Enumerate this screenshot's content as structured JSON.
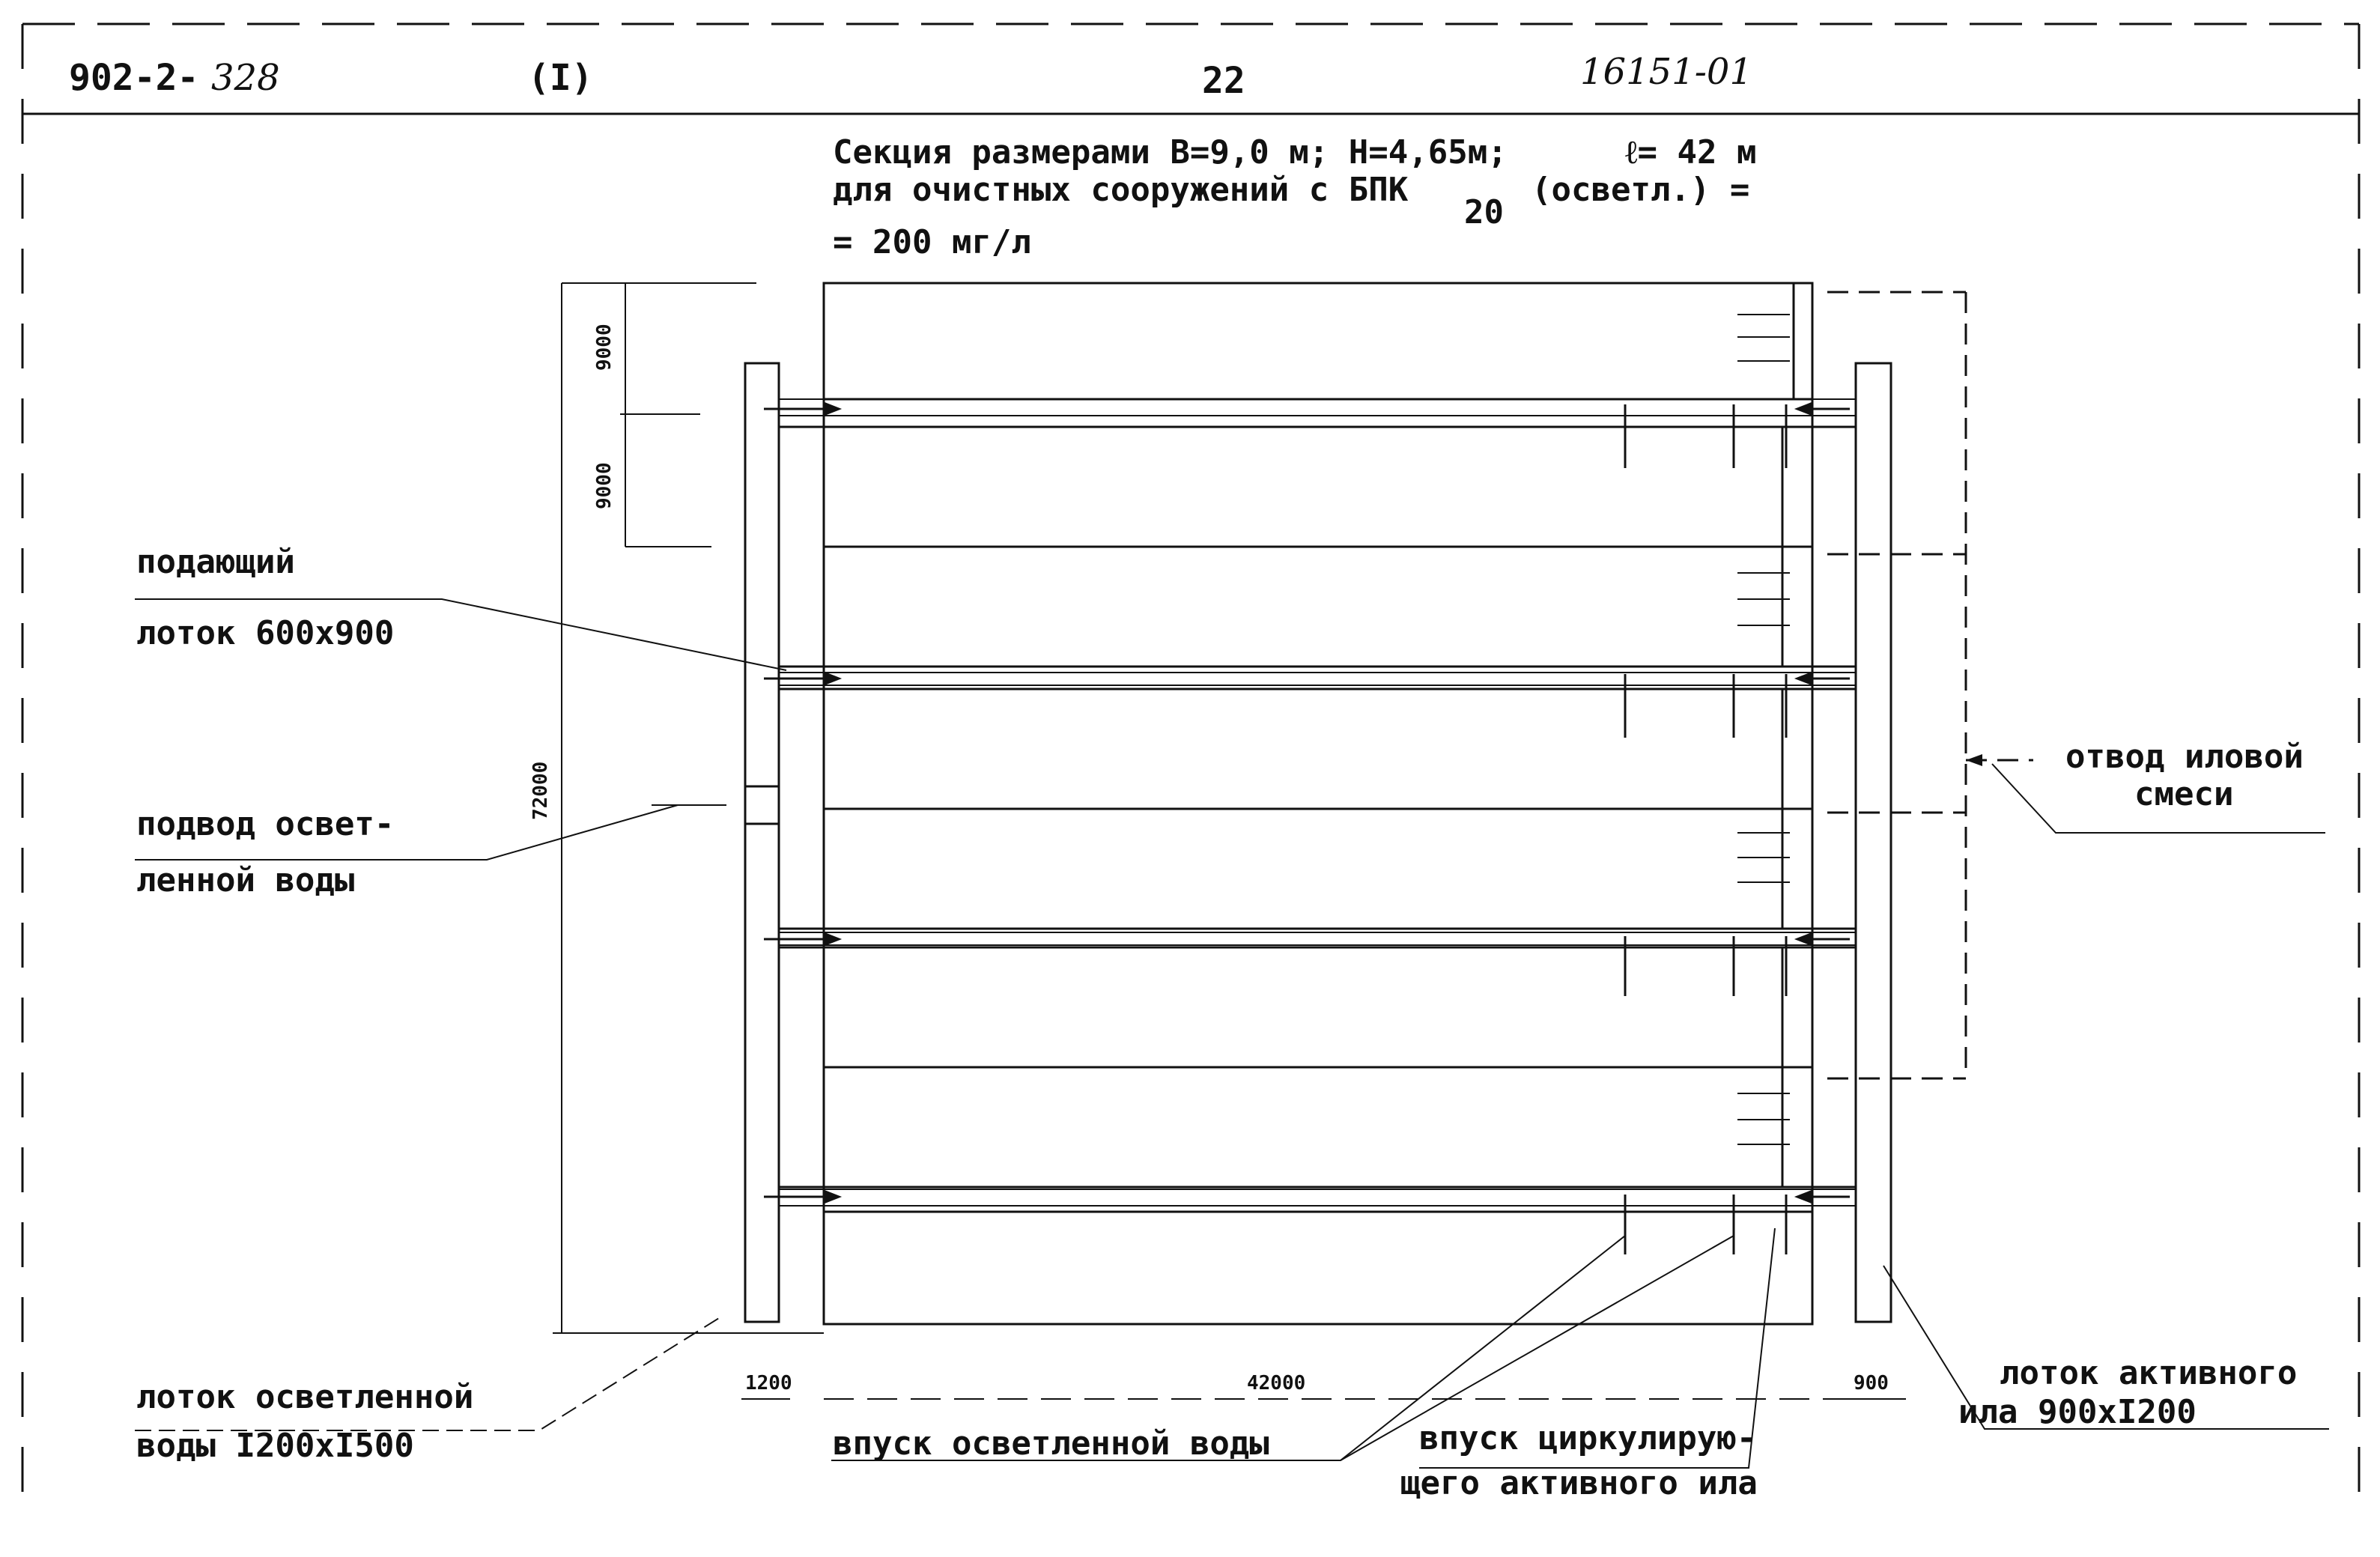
{
  "header": {
    "series_prefix": "902-2-",
    "series_number": "328",
    "part": "(I)",
    "page": "22",
    "doc_code": "16151-01"
  },
  "title": {
    "line1": "Секция размерами B=9,0 м; H=4,65м;",
    "length": "ℓ= 42 м",
    "line2": "для очистных сооружений с БПК",
    "line2_sub": "20",
    "line2_end": "(осветл.) =",
    "line3": "= 200 мг/л"
  },
  "dimensions": {
    "top_section": "9000",
    "second_section": "9000",
    "total_height": "72000",
    "left_channel": "1200",
    "length": "42000",
    "right_channel": "900"
  },
  "labels": {
    "supply_channel_1": "подающий",
    "supply_channel_2": "лоток 600x900",
    "clarified_inlet_1": "подвод освет-",
    "clarified_inlet_2": "ленной воды",
    "clarified_channel_1": "лоток осветленной",
    "clarified_channel_2": "воды I200xI500",
    "clarified_release": "впуск осветленной воды",
    "circ_sludge_1": "впуск циркулирую-",
    "circ_sludge_2": "щего активного ила",
    "active_sludge_1": "лоток активного",
    "active_sludge_2": "ила 900xI200",
    "mix_outlet_1": "отвод иловой",
    "mix_outlet_2": "смеси"
  }
}
